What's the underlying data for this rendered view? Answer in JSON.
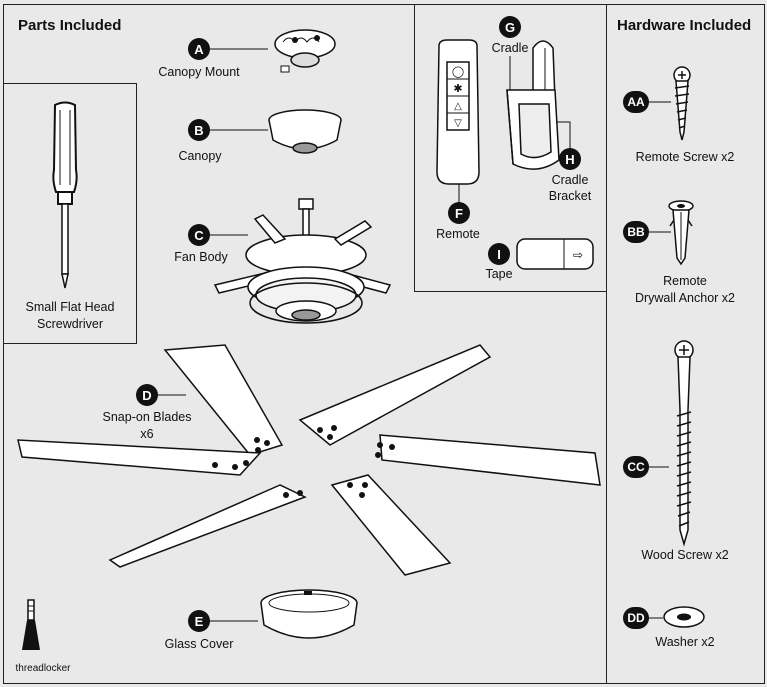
{
  "sections": {
    "parts_title": "Parts Included",
    "hardware_title": "Hardware Included"
  },
  "parts": {
    "A": {
      "letter": "A",
      "label": "Canopy Mount"
    },
    "B": {
      "letter": "B",
      "label": "Canopy"
    },
    "C": {
      "letter": "C",
      "label": "Fan Body"
    },
    "D": {
      "letter": "D",
      "label_line1": "Snap-on Blades",
      "label_line2": "x6"
    },
    "E": {
      "letter": "E",
      "label": "Glass Cover"
    },
    "F": {
      "letter": "F",
      "label": "Remote"
    },
    "G": {
      "letter": "G",
      "label": "Cradle"
    },
    "H": {
      "letter": "H",
      "label_line1": "Cradle",
      "label_line2": "Bracket"
    },
    "I": {
      "letter": "I",
      "label": "Tape"
    }
  },
  "tools": {
    "screwdriver_line1": "Small Flat Head",
    "screwdriver_line2": "Screwdriver",
    "threadlocker": "threadlocker"
  },
  "hardware": {
    "AA": {
      "letter": "AA",
      "label": "Remote Screw x2"
    },
    "BB": {
      "letter": "BB",
      "label_line1": "Remote",
      "label_line2": "Drywall Anchor x2"
    },
    "CC": {
      "letter": "CC",
      "label": "Wood Screw x2"
    },
    "DD": {
      "letter": "DD",
      "label": "Washer x2"
    }
  },
  "icons": [
    "remote-icon",
    "screwdriver-icon",
    "fan-icon",
    "screw-icon",
    "anchor-icon",
    "washer-icon",
    "tape-icon",
    "threadlocker-icon"
  ]
}
